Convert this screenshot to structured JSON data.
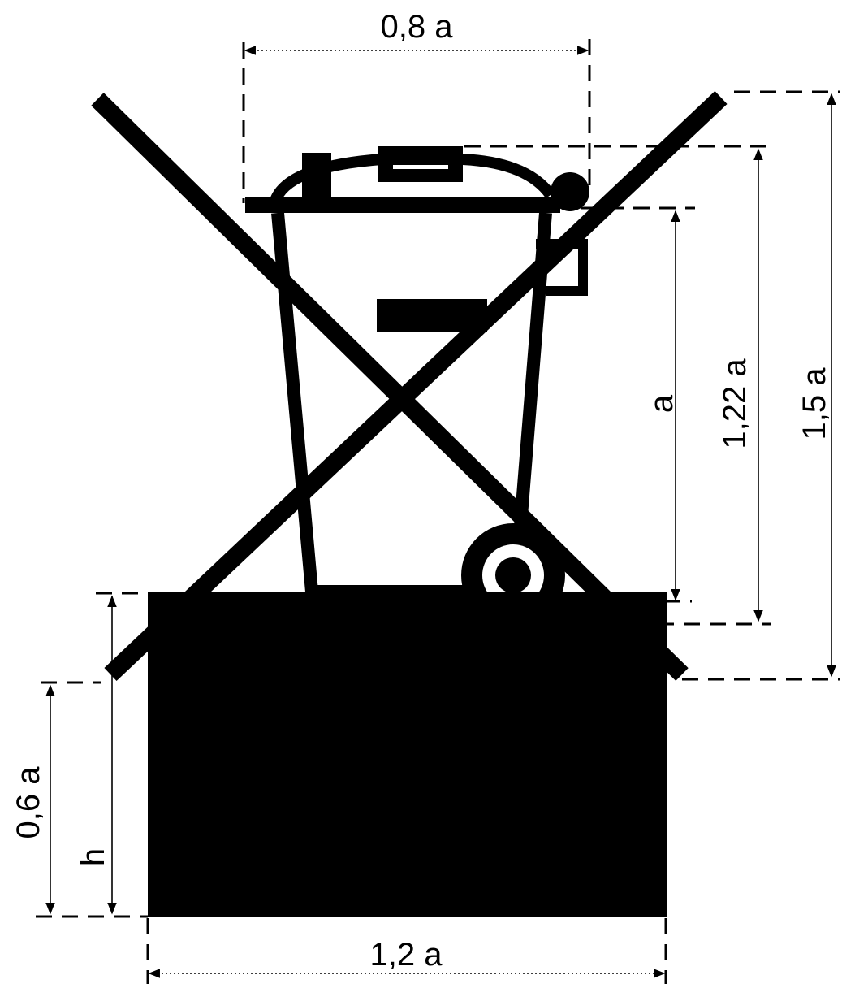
{
  "dimension_labels": {
    "lid_width": "0,8 a",
    "bin_height": "a",
    "bin_total_height": "1,22 a",
    "cross_height": "1,5 a",
    "gap_to_bar": "0,6 a",
    "bar_height": "h",
    "bar_width": "1,2 a"
  },
  "colors": {
    "ink": "#000000",
    "background": "#ffffff"
  }
}
